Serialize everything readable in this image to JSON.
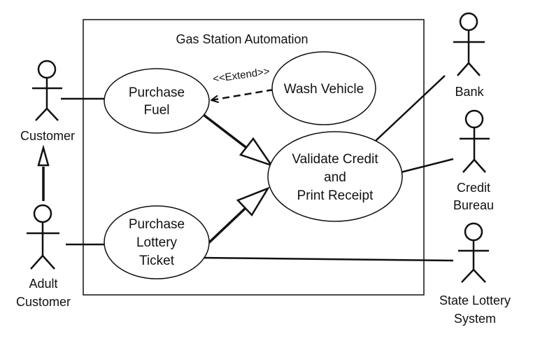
{
  "system": {
    "title": "Gas Station Automation"
  },
  "use_cases": {
    "purchase_fuel": [
      "Purchase",
      "Fuel"
    ],
    "wash_vehicle": [
      "Wash Vehicle"
    ],
    "validate_credit": [
      "Validate Credit",
      "and",
      "Print Receipt"
    ],
    "purchase_lottery": [
      "Purchase",
      "Lottery",
      "Ticket"
    ]
  },
  "actors": {
    "customer": [
      "Customer"
    ],
    "adult_customer": [
      "Adult",
      "Customer"
    ],
    "bank": [
      "Bank"
    ],
    "credit_bureau": [
      "Credit",
      "Bureau"
    ],
    "state_lottery": [
      "State Lottery",
      "System"
    ]
  },
  "relations": {
    "extend_label": "<<Extend>>"
  }
}
